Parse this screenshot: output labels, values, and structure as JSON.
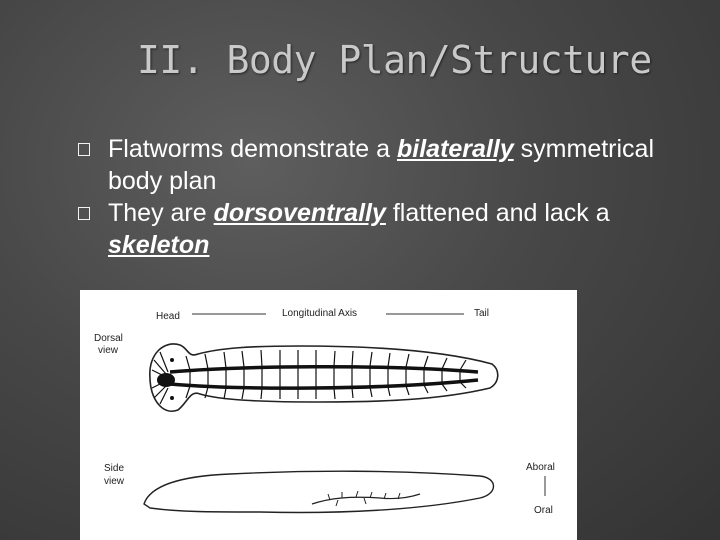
{
  "slide": {
    "title": "II. Body Plan/Structure"
  },
  "bullets": [
    {
      "pre": "Flatworms demonstrate a ",
      "emph": "bilaterally",
      "post": " symmetrical body plan"
    },
    {
      "pre": "They are ",
      "emph": "dorsoventrally",
      "mid": " flattened and lack a ",
      "emph2": "skeleton"
    }
  ],
  "figure": {
    "head_label": "Head",
    "axis_label": "Longitudinal Axis",
    "tail_label": "Tail",
    "dorsal_label_1": "Dorsal",
    "dorsal_label_2": "view",
    "side_label_1": "Side",
    "side_label_2": "view",
    "aboral_label": "Aboral",
    "oral_label": "Oral"
  }
}
